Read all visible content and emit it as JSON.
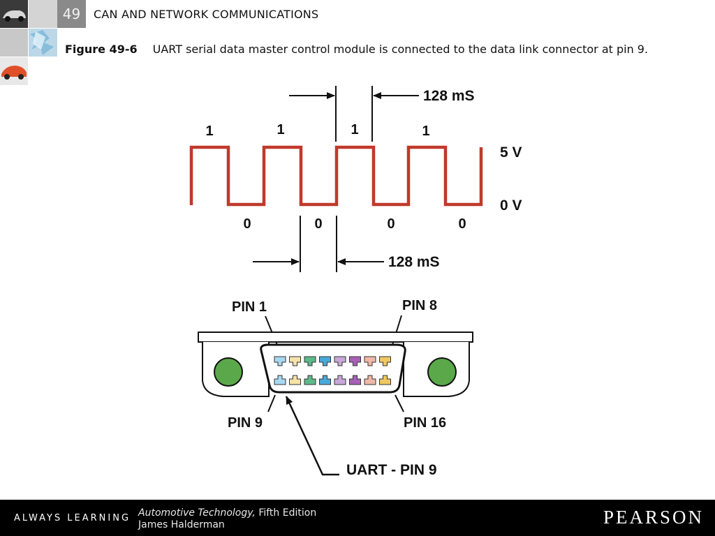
{
  "header": {
    "chapter_number": "49",
    "chapter_title": "CAN AND NETWORK COMMUNICATIONS"
  },
  "caption": {
    "figure_label": "Figure 49-6",
    "text": "UART serial data master control module is connected to the data link connector at pin 9."
  },
  "diagram": {
    "waveform": {
      "high_bits": [
        "1",
        "1",
        "1",
        "1"
      ],
      "low_bits": [
        "0",
        "0",
        "0",
        "0"
      ],
      "high_voltage": "5 V",
      "low_voltage": "0 V",
      "top_period": "128 mS",
      "bottom_period": "128 mS",
      "color": "#c0392b"
    },
    "connector": {
      "pin1": "PIN 1",
      "pin8": "PIN 8",
      "pin9": "PIN 9",
      "pin16": "PIN 16",
      "uart": "UART - PIN 9",
      "mount_hole_color": "#5aa84a",
      "pin_colors": [
        "#a8d8f0",
        "#f5e2a8",
        "#5cba8a",
        "#4aa8d8",
        "#c8a8d8",
        "#a860b8",
        "#f0b8a8",
        "#f0c860"
      ]
    }
  },
  "footer": {
    "tagline": "ALWAYS LEARNING",
    "book_title": "Automotive Technology,",
    "edition": "Fifth Edition",
    "author": "James Halderman",
    "publisher": "PEARSON"
  }
}
